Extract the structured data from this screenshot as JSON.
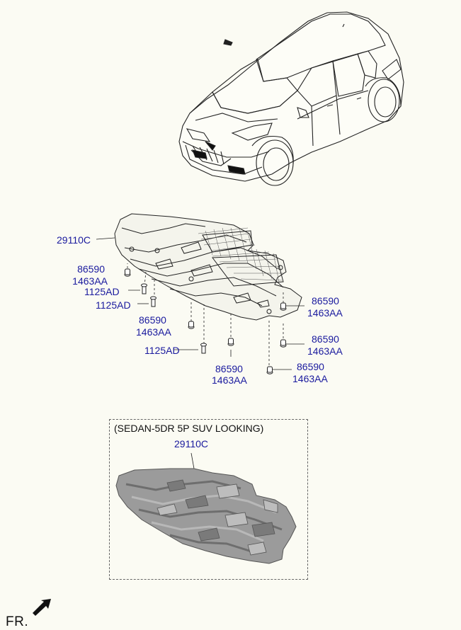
{
  "callouts": {
    "main_panel": "29110C",
    "fl_clip": [
      "86590",
      "1463AA"
    ],
    "bolt_top": "1125AD",
    "bolt_mid": "1125AD",
    "center_clip": [
      "86590",
      "1463AA"
    ],
    "bolt_low": "1125AD",
    "bottom_clip": [
      "86590",
      "1463AA"
    ],
    "r_clip_top": [
      "86590",
      "1463AA"
    ],
    "r_clip_mid": [
      "86590",
      "1463AA"
    ],
    "r_clip_low": [
      "86590",
      "1463AA"
    ]
  },
  "variant": {
    "note": "(SEDAN-5DR 5P SUV LOOKING)",
    "part": "29110C"
  },
  "orientation": {
    "label": "FR.",
    "arrow": "front-arrow-icon"
  },
  "colors": {
    "callout_text": "#1a1a9e",
    "line": "#222222",
    "panel_fill": "#9b9b9b"
  }
}
